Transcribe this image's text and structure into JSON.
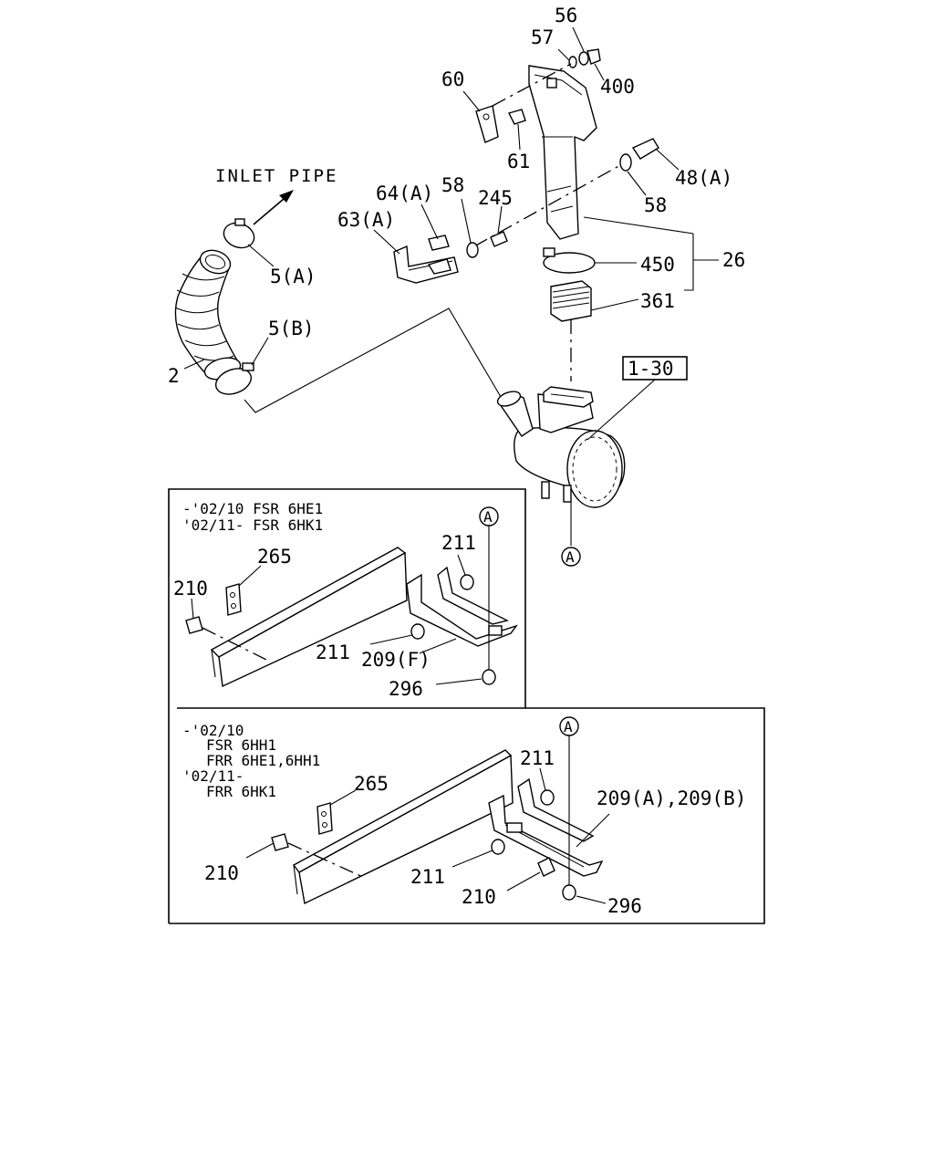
{
  "labels": {
    "inlet_pipe": "INLET PIPE",
    "p56": "56",
    "p57": "57",
    "p400": "400",
    "p60": "60",
    "p61": "61",
    "p48a": "48(A)",
    "p58_right": "58",
    "p58_left": "58",
    "p64a": "64(A)",
    "p245": "245",
    "p63a": "63(A)",
    "p26": "26",
    "p450": "450",
    "p361": "361",
    "p5a": "5(A)",
    "p5b": "5(B)",
    "p2": "2",
    "p1_30": "1-30",
    "ref_a_main": "A"
  },
  "inset_top": {
    "note_line1": "-'02/10 FSR 6HE1",
    "note_line2": "'02/11- FSR 6HK1",
    "ref_a": "A",
    "p265": "265",
    "p211_top": "211",
    "p210": "210",
    "p211_bottom": "211",
    "p209f": "209(F)",
    "p296": "296"
  },
  "inset_bottom": {
    "note_line1": "-'02/10",
    "note_line2": "FSR 6HH1",
    "note_line3": "FRR 6HE1,6HH1",
    "note_line4": "'02/11-",
    "note_line5": "FRR 6HK1",
    "ref_a": "A",
    "p211_top": "211",
    "p265": "265",
    "p209ab": "209(A),209(B)",
    "p210_left": "210",
    "p211_bottom": "211",
    "p210_bottom": "210",
    "p296": "296"
  }
}
